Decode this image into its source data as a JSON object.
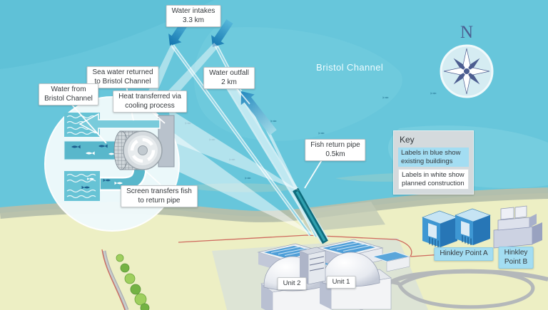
{
  "scene": {
    "sea_name": "Bristol Channel",
    "compass": {
      "north": "N"
    }
  },
  "labels": {
    "water_intakes": {
      "line1": "Water intakes",
      "line2": "3.3 km"
    },
    "water_outfall": {
      "line1": "Water outfall",
      "line2": "2 km"
    },
    "fish_return_pipe": {
      "line1": "Fish return pipe",
      "line2": "0.5km"
    },
    "sea_water_returned": {
      "line1": "Sea water returned",
      "line2": "to Bristol Channel"
    },
    "water_from_channel": {
      "line1": "Water from",
      "line2": "Bristol Channel"
    },
    "heat_transferred": {
      "line1": "Heat transferred via",
      "line2": "cooling process"
    },
    "screen_transfers": {
      "line1": "Screen transfers fish",
      "line2": "to return pipe"
    },
    "unit_1": "Unit 1",
    "unit_2": "Unit 2",
    "hinkley_point_a": "Hinkley Point A",
    "hinkley_point_b": {
      "line1": "Hinkley",
      "line2": "Point B"
    }
  },
  "key": {
    "title": "Key",
    "items": [
      {
        "label": "Labels in blue show existing buildings",
        "style": "existing"
      },
      {
        "label": "Labels in white show planned construction",
        "style": "planned"
      }
    ]
  },
  "colors": {
    "sea": "#67c6db",
    "land": "#edefc4",
    "beach": "#b6bfab",
    "existing_label_bg": "#a3ddf2",
    "planned_label_bg": "#ffffff",
    "intake_arrow": "#1b7fb8",
    "fish_return_pipe": "#0d6b7c",
    "inset_pipe": "#59b7cb",
    "compass_navy": "#4c5d90"
  }
}
